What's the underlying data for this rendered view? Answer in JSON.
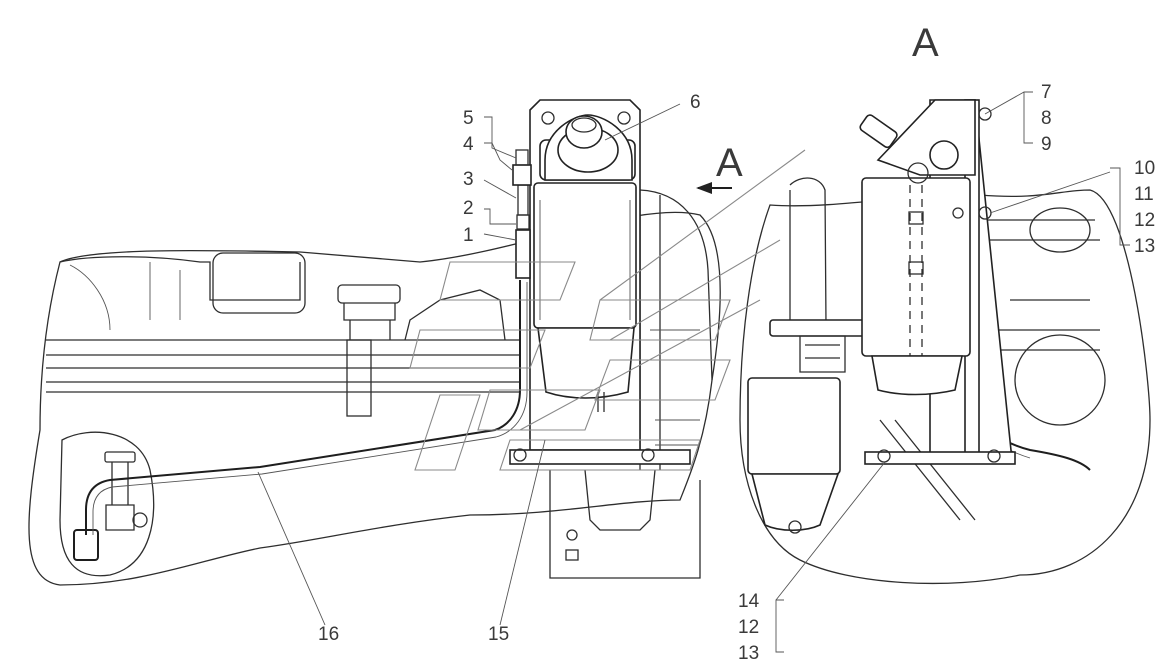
{
  "view_labels": {
    "section_mark": "A",
    "view_title": "A"
  },
  "callouts": [
    {
      "id": "c1",
      "text": "1"
    },
    {
      "id": "c2",
      "text": "2"
    },
    {
      "id": "c3",
      "text": "3"
    },
    {
      "id": "c4",
      "text": "4"
    },
    {
      "id": "c5",
      "text": "5"
    },
    {
      "id": "c6",
      "text": "6"
    },
    {
      "id": "c7",
      "text": "7"
    },
    {
      "id": "c8",
      "text": "8"
    },
    {
      "id": "c9",
      "text": "9"
    },
    {
      "id": "c10",
      "text": "10"
    },
    {
      "id": "c11",
      "text": "11"
    },
    {
      "id": "c12",
      "text": "12"
    },
    {
      "id": "c13",
      "text": "13"
    },
    {
      "id": "c14",
      "text": "14"
    },
    {
      "id": "c12b",
      "text": "12"
    },
    {
      "id": "c13b",
      "text": "13"
    },
    {
      "id": "c15",
      "text": "15"
    },
    {
      "id": "c16",
      "text": "16"
    }
  ]
}
